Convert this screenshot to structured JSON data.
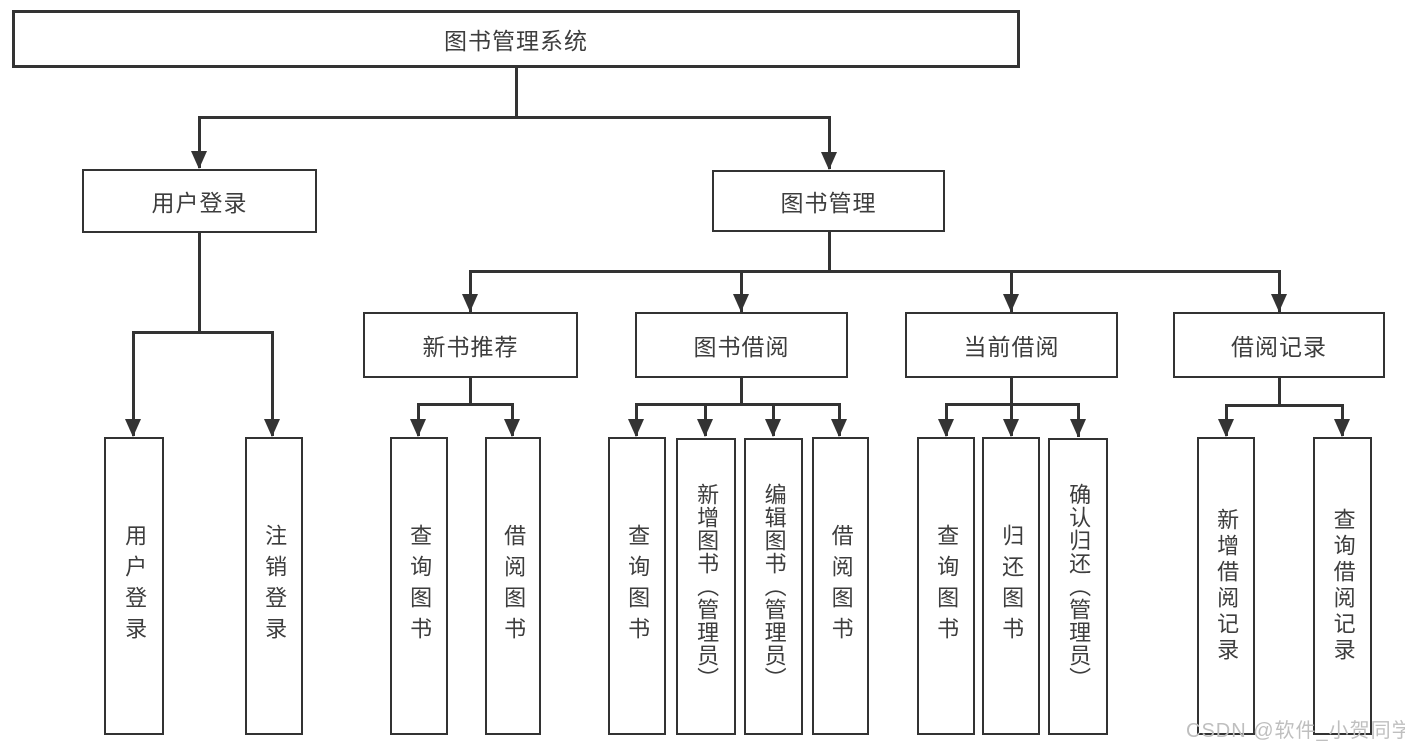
{
  "diagram": {
    "root": {
      "label": "图书管理系统"
    },
    "level2": {
      "user_login": {
        "label": "用户登录"
      },
      "book_management": {
        "label": "图书管理"
      }
    },
    "level3": {
      "new_book_recommend": {
        "label": "新书推荐"
      },
      "book_borrow": {
        "label": "图书借阅"
      },
      "current_borrow": {
        "label": "当前借阅"
      },
      "borrow_record": {
        "label": "借阅记录"
      }
    },
    "leaves": {
      "user_login": {
        "login": "用户登录",
        "logout": "注销登录"
      },
      "new_book_recommend": {
        "query": "查询图书",
        "borrow": "借阅图书"
      },
      "book_borrow": {
        "query": "查询图书",
        "add": "新增图书（管理员）",
        "edit": "编辑图书（管理员）",
        "borrow": "借阅图书"
      },
      "current_borrow": {
        "query": "查询图书",
        "return": "归还图书",
        "confirm": "确认归还（管理员）"
      },
      "borrow_record": {
        "add": "新增借阅记录",
        "query": "查询借阅记录"
      }
    },
    "watermark": "CSDN @软件_小贺同学",
    "colors": {
      "line": "#333333",
      "text": "#3d3d3d",
      "background": "#ffffff",
      "watermark": "#bfbfbf"
    }
  }
}
